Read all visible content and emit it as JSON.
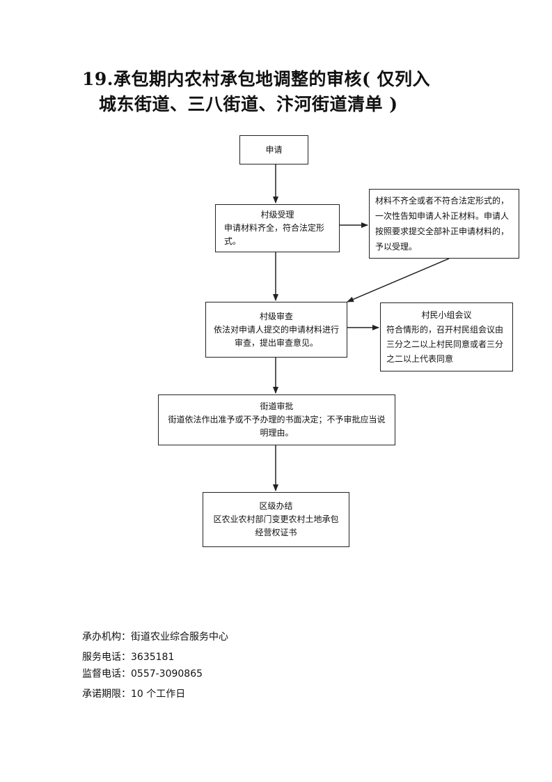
{
  "title": {
    "line1": "19.承包期内农村承包地调整的审核( 仅列入",
    "line2": "城东街道、三八街道、汴河街道清单 )"
  },
  "flow": {
    "apply": {
      "head": "申请"
    },
    "accept": {
      "head": "村级受理",
      "body": "申请材料齐全，符合法定形式。"
    },
    "incomplete_note": {
      "body": "材料不齐全或者不符合法定形式的，一次性告知申请人补正材料。申请人按照要求提交全部补正申请材料的，予以受理。"
    },
    "review": {
      "head": "村级审查",
      "body": "依法对申请人提交的申请材料进行审查，提出审查意见。"
    },
    "villager_meeting": {
      "head": "村民小组会议",
      "body": "符合情形的，召开村民组会议由三分之二以上村民同意或者三分之二以上代表同意"
    },
    "approve": {
      "head": "街道审批",
      "body": "街道依法作出准予或不予办理的书面决定；不予审批应当说明理由。"
    },
    "district": {
      "head": "区级办结",
      "body": "区农业农村部门变更农村土地承包经营权证书"
    }
  },
  "info": {
    "agency_label": "承办机构：",
    "agency_value": "街道农业综合服务中心",
    "service_phone_label": "服务电话：",
    "service_phone_value": "3635181",
    "supervise_phone_label": "监督电话：",
    "supervise_phone_value": "0557-3090865",
    "deadline_label": "承诺期限：",
    "deadline_value": "10 个工作日"
  }
}
